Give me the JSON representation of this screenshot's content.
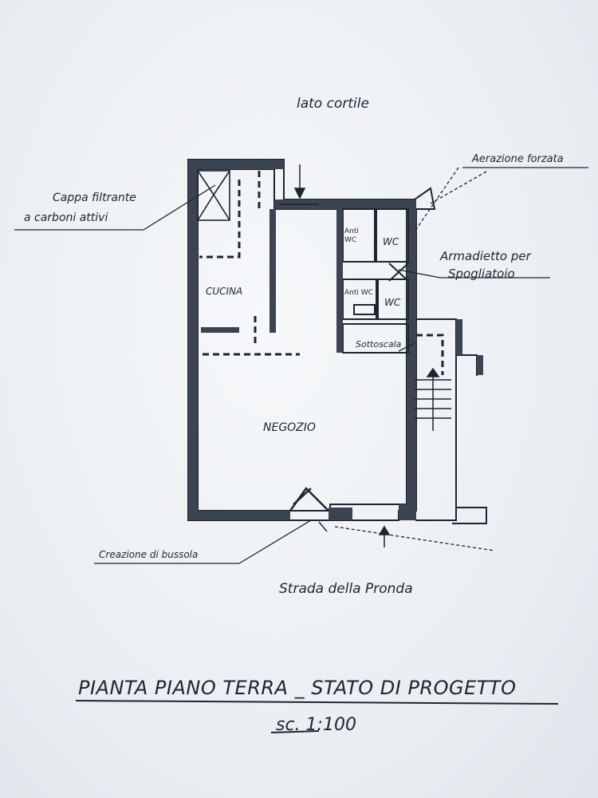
{
  "labels": {
    "courtyard_side": "lato cortile",
    "forced_ventilation": "Aerazione forzata",
    "hood_line1": "Cappa filtrante",
    "hood_line2": "a carboni attivi",
    "cabinet_line1": "Armadietto per",
    "cabinet_line2": "Spogliatoio",
    "vestibule": "Creazione di bussola",
    "street": "Strada della Pronda"
  },
  "rooms": {
    "kitchen": "CUCINA",
    "shop": "NEGOZIO",
    "antiwc_upper": "Anti WC",
    "wc_upper": "WC",
    "antiwc_lower": "Anti WC",
    "wc_lower": "WC",
    "understairs": "Sottoscala"
  },
  "title": {
    "main": "PIANTA PIANO TERRA _ STATO DI PROGETTO",
    "scale": "sc. 1:100"
  }
}
